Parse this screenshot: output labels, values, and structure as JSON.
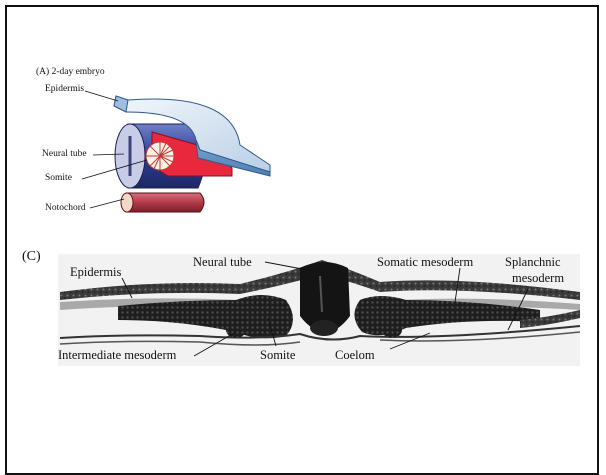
{
  "panel_a": {
    "title": "(A)  2-day embryo",
    "labels": {
      "epidermis": "Epidermis",
      "neural_tube": "Neural tube",
      "somite": "Somite",
      "notochord": "Notochord"
    },
    "colors": {
      "epidermis": "#8fb3d6",
      "neural_tube": "#2a3a8c",
      "somite": "#e8283c",
      "notochord": "#b83a48"
    }
  },
  "panel_c": {
    "letter": "(C)",
    "labels": {
      "epidermis": "Epidermis",
      "neural_tube": "Neural tube",
      "somatic_mesoderm": "Somatic mesoderm",
      "splanchnic_line1": "Splanchnic",
      "splanchnic_line2": "mesoderm",
      "intermediate_mesoderm": "Intermediate mesoderm",
      "somite": "Somite",
      "coelom": "Coelom"
    }
  }
}
